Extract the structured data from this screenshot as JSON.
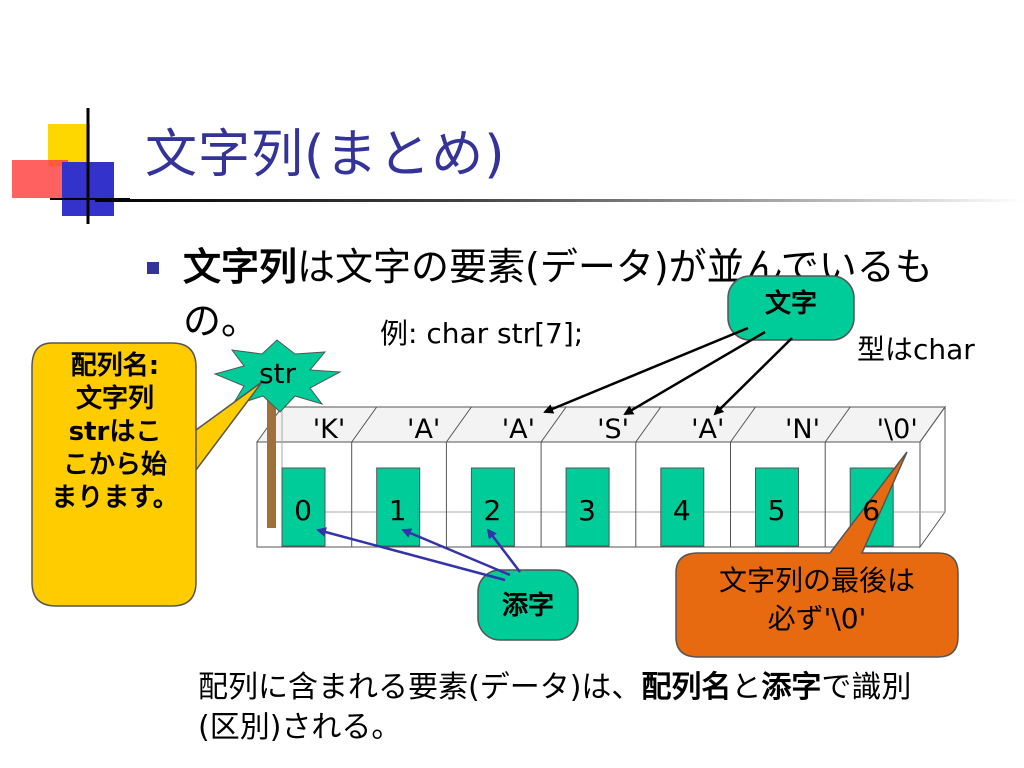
{
  "slide": {
    "title": "文字列(まとめ)",
    "bullet": {
      "bold": "文字列",
      "rest": "は文字の要素(データ)が並んでいるもの。"
    },
    "example": "例:  char  str[7];",
    "type_note": "型はchar"
  },
  "array": {
    "name": "str",
    "chars": [
      "'K'",
      "'A'",
      "'A'",
      "'S'",
      "'A'",
      "'N'",
      "'\\0'"
    ],
    "indices": [
      "0",
      "1",
      "2",
      "3",
      "4",
      "5",
      "6"
    ]
  },
  "callouts": {
    "array_name": [
      "配列名:",
      "文字列",
      "strはこ",
      "こから始",
      "まります。"
    ],
    "index": "添字",
    "char": "文字",
    "terminator": [
      "文字列の最後は",
      "必ず'\\0'"
    ]
  },
  "bottom_note": {
    "part1": "配列に含まれる要素(データ)は、",
    "bold1": "配列名",
    "mid": "と",
    "bold2": "添字",
    "part2": "で識別(区別)される。"
  },
  "colors": {
    "title": "#333399",
    "bullet_marker": "#333399",
    "array_name_callout": "#FFCC00",
    "index_callout": "#00CC99",
    "char_callout": "#00CC99",
    "terminator_callout": "#E86A10",
    "index_box": "#00CC99",
    "str_star": "#00CC99",
    "pointer_stick": "#A0703A",
    "index_arrows": "#3333AA",
    "char_arrows": "#000000",
    "deco_yellow": "#FFD700",
    "deco_red": "#FF3333",
    "deco_blue": "#3333CC"
  }
}
